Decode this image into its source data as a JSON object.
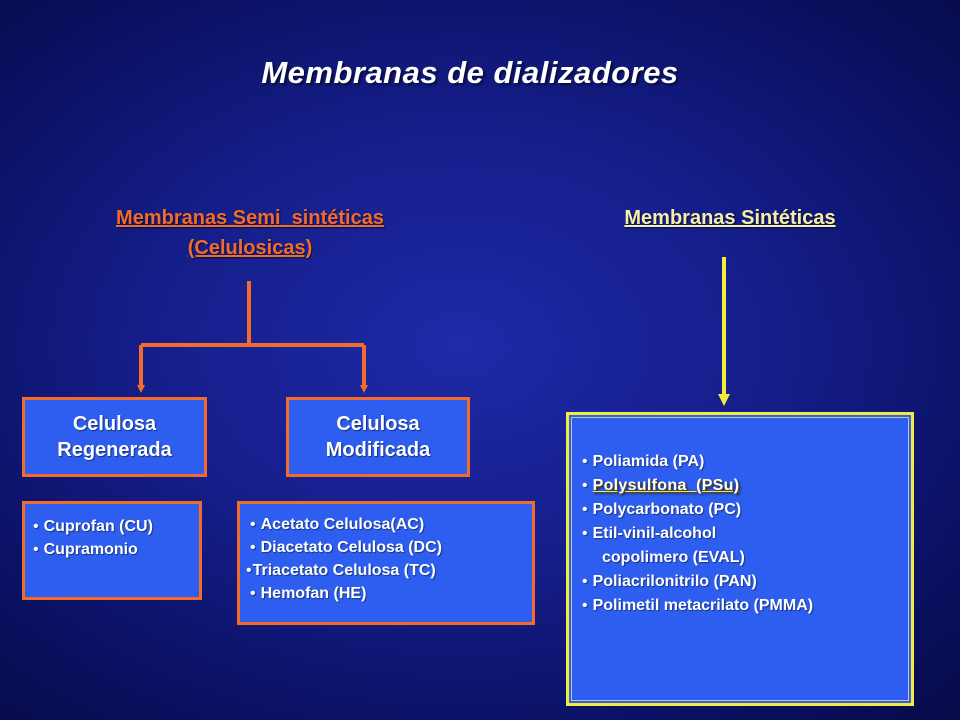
{
  "title": "Membranas de dializadores",
  "colors": {
    "background": "#141d88",
    "box_fill": "#2d5ef0",
    "orange": "#f26b2a",
    "yellow": "#f2ec3c",
    "synthetic_heading": "#f5f0a8"
  },
  "semi_synthetic": {
    "heading_line1": "Membranas Semi  sintéticas",
    "heading_line2": "(Celulosicas)",
    "regenerada": {
      "line1": "Celulosa",
      "line2": "Regenerada",
      "items": [
        "Cuprofan (CU)",
        "Cupramonio"
      ]
    },
    "modificada": {
      "line1": "Celulosa",
      "line2": "Modificada",
      "items": [
        "Acetato Celulosa(AC)",
        "Diacetato Celulosa (DC)",
        "Triacetato Celulosa (TC)",
        "Hemofan (HE)"
      ]
    }
  },
  "synthetic": {
    "heading": "Membranas Sintéticas",
    "items": [
      "Poliamida (PA)",
      "Polysulfona  (PSu)",
      "Polycarbonato (PC)",
      "Etil-vinil-alcohol",
      "copolimero (EVAL)",
      "Poliacrilonitrilo (PAN)",
      "Polimetil metacrilato (PMMA)"
    ]
  },
  "bullet": "•"
}
